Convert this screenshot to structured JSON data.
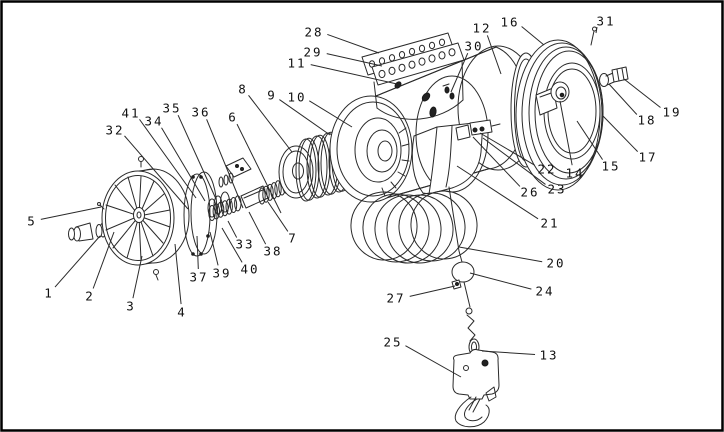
{
  "figure": {
    "kind": "exploded-parts-diagram",
    "subject": "electric wire-rope hoist exploded view",
    "background_color": "#ffffff",
    "line_color": "#2a2a2a",
    "frame_color": "#000000",
    "callout_count": 41
  },
  "callouts": [
    {
      "n": "1",
      "label": [
        49,
        293
      ],
      "target": [
        100,
        236
      ]
    },
    {
      "n": "2",
      "label": [
        90,
        296
      ],
      "target": [
        114,
        232
      ]
    },
    {
      "n": "3",
      "label": [
        131,
        306
      ],
      "target": [
        142,
        256
      ]
    },
    {
      "n": "4",
      "label": [
        182,
        312
      ],
      "target": [
        175,
        244
      ]
    },
    {
      "n": "5",
      "label": [
        32,
        221
      ],
      "target": [
        101,
        207
      ]
    },
    {
      "n": "6",
      "label": [
        233,
        117
      ],
      "target": [
        281,
        213
      ]
    },
    {
      "n": "7",
      "label": [
        293,
        238
      ],
      "target": [
        268,
        202
      ]
    },
    {
      "n": "8",
      "label": [
        243,
        89
      ],
      "target": [
        292,
        152
      ]
    },
    {
      "n": "9",
      "label": [
        272,
        95
      ],
      "target": [
        330,
        135
      ]
    },
    {
      "n": "10",
      "label": [
        297,
        97
      ],
      "target": [
        352,
        127
      ]
    },
    {
      "n": "11",
      "label": [
        297,
        63
      ],
      "target": [
        397,
        84
      ]
    },
    {
      "n": "12",
      "label": [
        482,
        28
      ],
      "target": [
        501,
        74
      ]
    },
    {
      "n": "13",
      "label": [
        549,
        355
      ],
      "target": [
        482,
        351
      ]
    },
    {
      "n": "14",
      "label": [
        575,
        173
      ],
      "target": [
        560,
        101
      ]
    },
    {
      "n": "15",
      "label": [
        611,
        166
      ],
      "target": [
        577,
        121
      ]
    },
    {
      "n": "16",
      "label": [
        510,
        22
      ],
      "target": [
        544,
        45
      ]
    },
    {
      "n": "17",
      "label": [
        648,
        157
      ],
      "target": [
        603,
        116
      ]
    },
    {
      "n": "18",
      "label": [
        647,
        120
      ],
      "target": [
        609,
        84
      ]
    },
    {
      "n": "19",
      "label": [
        672,
        112
      ],
      "target": [
        624,
        79
      ]
    },
    {
      "n": "20",
      "label": [
        556,
        263
      ],
      "target": [
        459,
        247
      ]
    },
    {
      "n": "21",
      "label": [
        550,
        223
      ],
      "target": [
        457,
        166
      ]
    },
    {
      "n": "22",
      "label": [
        547,
        169
      ],
      "target": [
        480,
        133
      ]
    },
    {
      "n": "23",
      "label": [
        557,
        189
      ],
      "target": [
        483,
        138
      ]
    },
    {
      "n": "24",
      "label": [
        545,
        291
      ],
      "target": [
        470,
        273
      ]
    },
    {
      "n": "25",
      "label": [
        393,
        342
      ],
      "target": [
        461,
        377
      ]
    },
    {
      "n": "26",
      "label": [
        530,
        192
      ],
      "target": [
        473,
        137
      ]
    },
    {
      "n": "27",
      "label": [
        396,
        298
      ],
      "target": [
        455,
        286
      ]
    },
    {
      "n": "28",
      "label": [
        314,
        32
      ],
      "target": [
        379,
        53
      ]
    },
    {
      "n": "29",
      "label": [
        313,
        52
      ],
      "target": [
        382,
        66
      ]
    },
    {
      "n": "30",
      "label": [
        474,
        46
      ],
      "target": [
        451,
        92
      ]
    },
    {
      "n": "31",
      "label": [
        606,
        21
      ],
      "target": [
        596,
        33
      ]
    },
    {
      "n": "32",
      "label": [
        115,
        130
      ],
      "target": [
        188,
        209
      ]
    },
    {
      "n": "33",
      "label": [
        245,
        244
      ],
      "target": [
        228,
        221
      ]
    },
    {
      "n": "34",
      "label": [
        154,
        121
      ],
      "target": [
        205,
        201
      ]
    },
    {
      "n": "35",
      "label": [
        172,
        108
      ],
      "target": [
        216,
        199
      ]
    },
    {
      "n": "36",
      "label": [
        201,
        112
      ],
      "target": [
        243,
        208
      ]
    },
    {
      "n": "37",
      "label": [
        199,
        277
      ],
      "target": [
        197,
        236
      ]
    },
    {
      "n": "38",
      "label": [
        273,
        251
      ],
      "target": [
        249,
        212
      ]
    },
    {
      "n": "39",
      "label": [
        222,
        273
      ],
      "target": [
        210,
        232
      ]
    },
    {
      "n": "40",
      "label": [
        250,
        269
      ],
      "target": [
        222,
        228
      ]
    },
    {
      "n": "41",
      "label": [
        131,
        113
      ],
      "target": [
        196,
        198
      ]
    }
  ]
}
